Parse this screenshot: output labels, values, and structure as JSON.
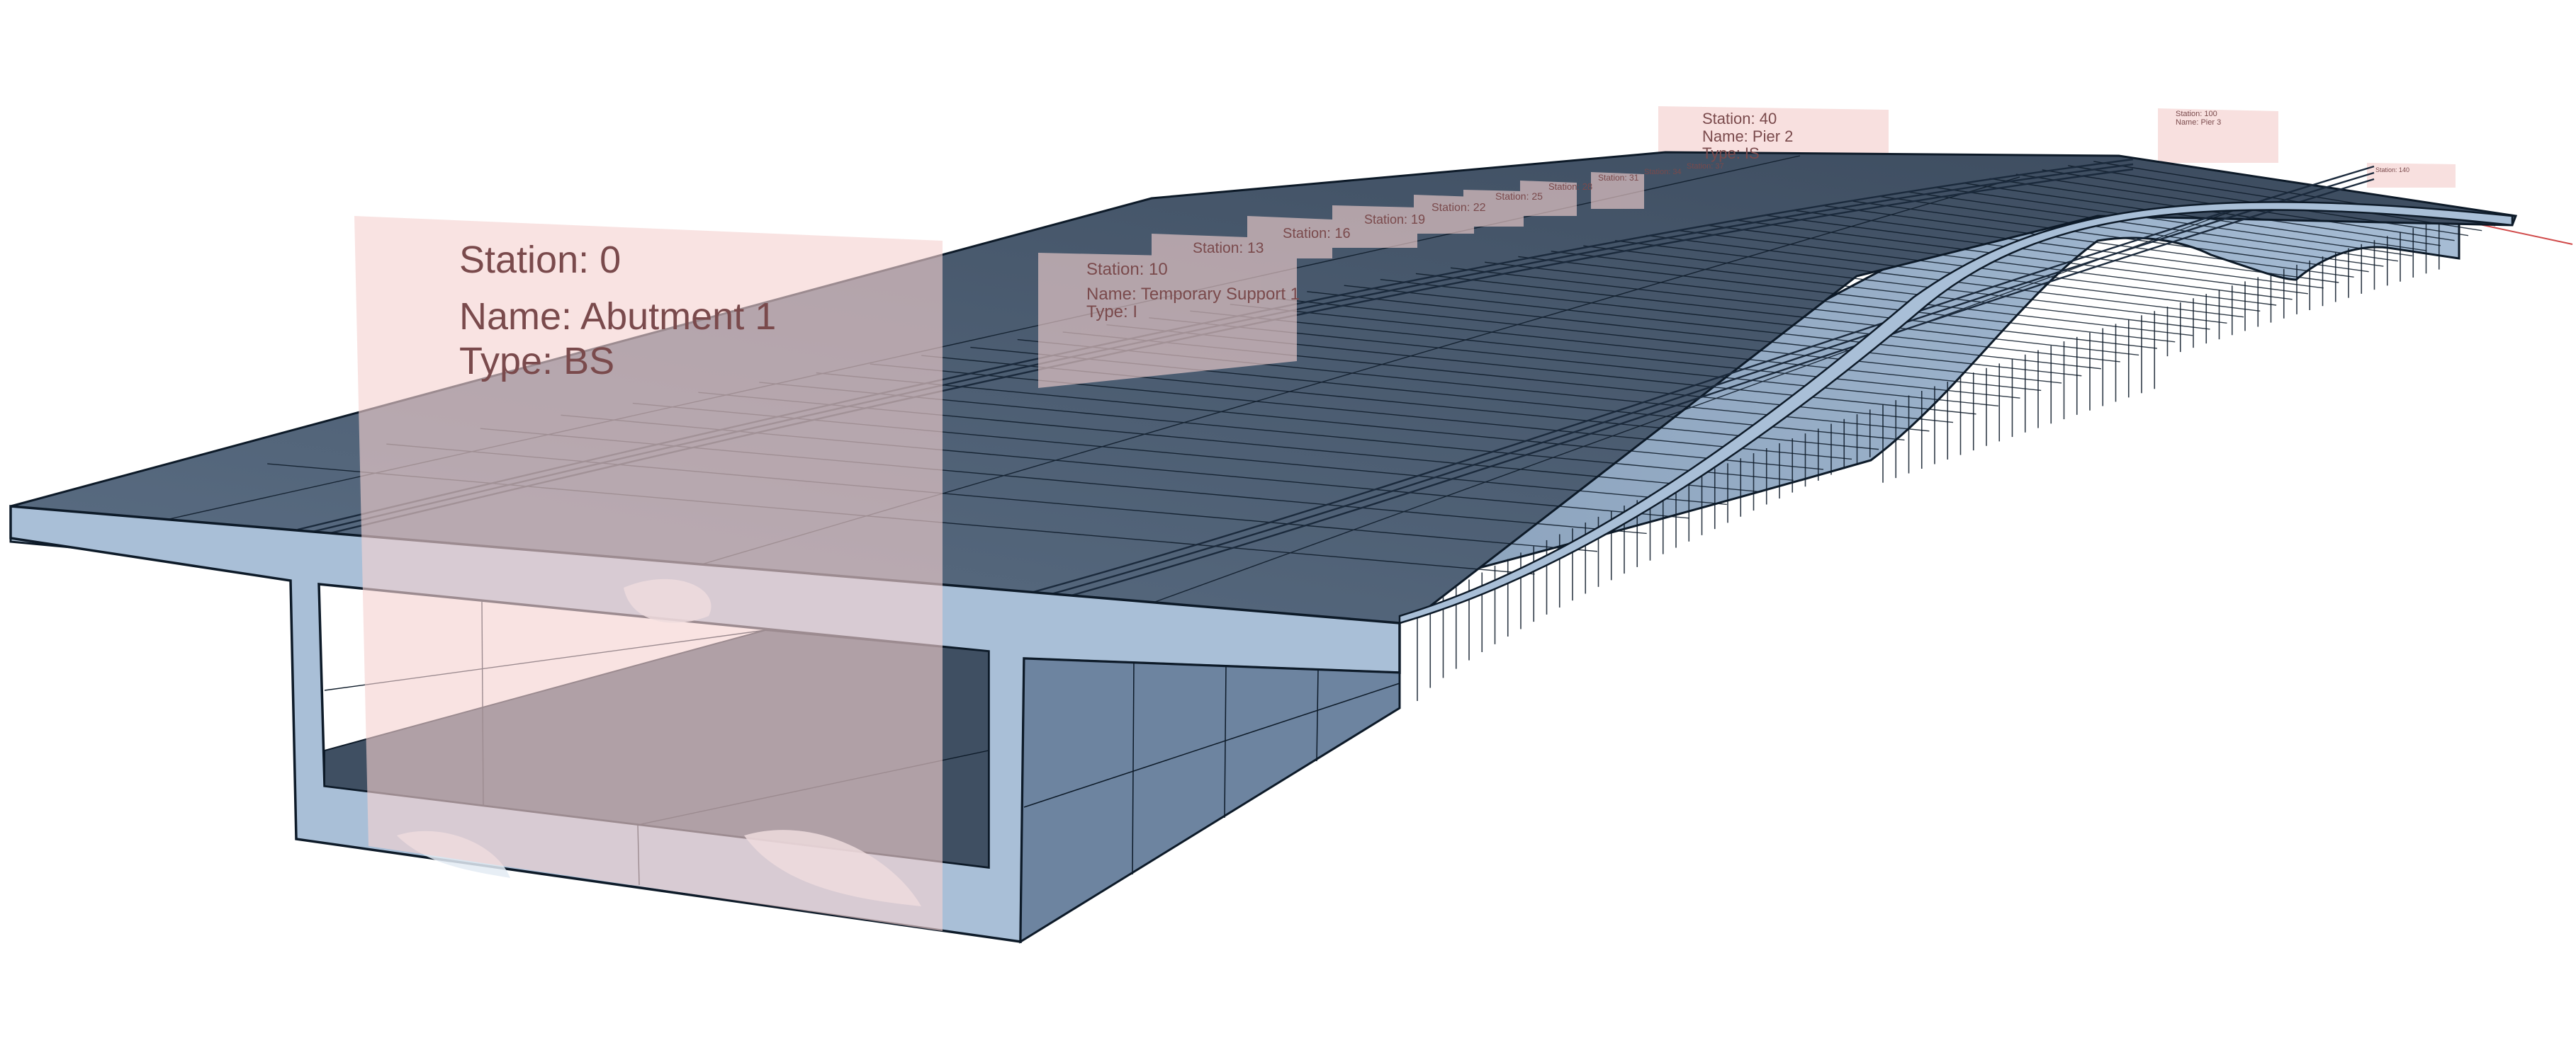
{
  "colors": {
    "background": "#ffffff",
    "deck_top": "#5e7288",
    "deck_side": "#a9bfd7",
    "web_side": "#6d84a0",
    "edge": "#0d1a28",
    "label_plane": "#f6d6d4",
    "label_text": "#7a4a4c",
    "sky_reflection": "#d9e4ef",
    "axis_line": "#d04a4a"
  },
  "stations": [
    {
      "station": "Station: 0",
      "name": "Name: Abutment 1",
      "type": "Type: BS"
    },
    {
      "station": "Station: 10",
      "name": "Name: Temporary Support 1",
      "type": "Type: I"
    },
    {
      "station": "Station: 13"
    },
    {
      "station": "Station: 16"
    },
    {
      "station": "Station: 19"
    },
    {
      "station": "Station: 22"
    },
    {
      "station": "Station: 25"
    },
    {
      "station": "Station: 28"
    },
    {
      "station": "Station: 31"
    },
    {
      "station": "Station: 34"
    },
    {
      "station": "Station: 37"
    },
    {
      "station": "Station: 40",
      "name": "Name: Pier 2",
      "type": "Type: IS"
    },
    {
      "station": "Station: 100",
      "name": "Name: Pier 3"
    },
    {
      "station": "Station: 140"
    }
  ]
}
